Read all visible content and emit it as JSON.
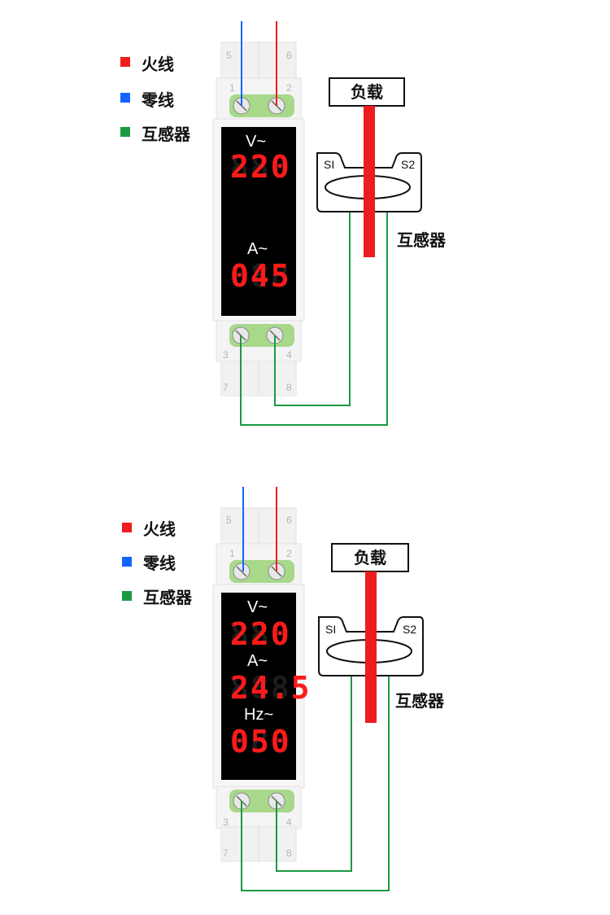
{
  "colors": {
    "live": "#ee1c1c",
    "neutral": "#1464ff",
    "ct": "#1a9a43",
    "display_digits": "#ff1a1a"
  },
  "legend": [
    {
      "label": "火线",
      "color": "#ee1c1c"
    },
    {
      "label": "零线",
      "color": "#1464ff"
    },
    {
      "label": "互感器",
      "color": "#1a9a43"
    }
  ],
  "load_label": "负载",
  "ct_label": "互感器",
  "ct_terminals": {
    "left": "SI",
    "right": "S2"
  },
  "ports": {
    "top_outer": [
      "5",
      "6"
    ],
    "top_inner": [
      "1",
      "2"
    ],
    "bottom_inner": [
      "3",
      "4"
    ],
    "bottom_outer": [
      "7",
      "8"
    ]
  },
  "diagram1": {
    "readings": [
      {
        "unit": "V~",
        "value": "220"
      },
      {
        "unit": "A~",
        "value": "045"
      }
    ]
  },
  "diagram2": {
    "readings": [
      {
        "unit": "V~",
        "value": "220"
      },
      {
        "unit": "A~",
        "value": "24.5"
      },
      {
        "unit": "Hz~",
        "value": "050"
      }
    ]
  }
}
